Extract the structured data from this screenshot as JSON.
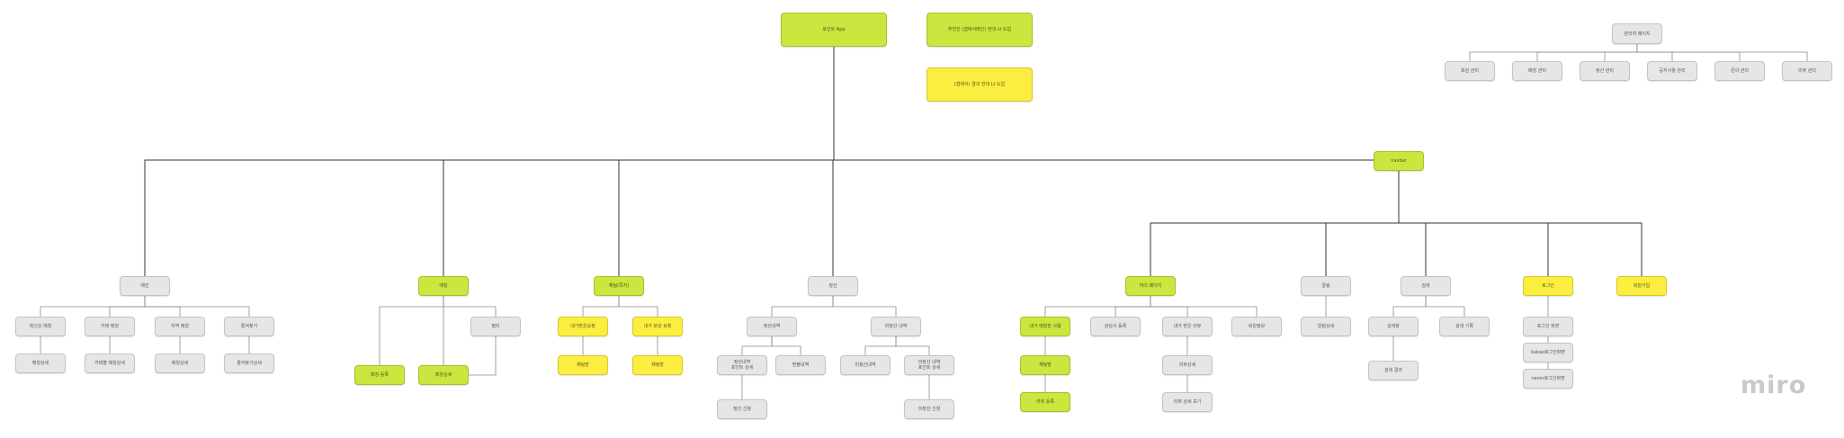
{
  "nodes": [
    {
      "id": "root",
      "label": "포인트 App",
      "color": "lime"
    },
    {
      "id": "note1",
      "label": "추천인 (앱에서메인) 전대 Lt 도입",
      "color": "lime"
    },
    {
      "id": "note2",
      "label": "(앱에서) 결과 전대 Lt 도입",
      "color": "yellow"
    },
    {
      "id": "admin",
      "label": "관리자 페이지",
      "color": "gray"
    },
    {
      "id": "admin_c1",
      "label": "회원 관리",
      "color": "gray"
    },
    {
      "id": "admin_c2",
      "label": "매칭 관리",
      "color": "gray"
    },
    {
      "id": "admin_c3",
      "label": "정산 관리",
      "color": "gray"
    },
    {
      "id": "admin_c4",
      "label": "공지사항 관리",
      "color": "gray"
    },
    {
      "id": "admin_c5",
      "label": "문의 관리",
      "color": "gray"
    },
    {
      "id": "admin_c6",
      "label": "리뷰 관리",
      "color": "gray"
    },
    {
      "id": "navbar",
      "label": "navbar",
      "color": "lime"
    },
    {
      "id": "home",
      "label": "메인",
      "color": "gray"
    },
    {
      "id": "home_c1",
      "label": "최신순 매칭",
      "color": "gray"
    },
    {
      "id": "home_c2",
      "label": "카테 매칭",
      "color": "gray"
    },
    {
      "id": "home_c3",
      "label": "지역 매칭",
      "color": "gray"
    },
    {
      "id": "home_c4",
      "label": "즐겨찾기",
      "color": "gray"
    },
    {
      "id": "home_d1",
      "label": "매칭상세",
      "color": "gray"
    },
    {
      "id": "home_d2",
      "label": "카테별 매칭상세",
      "color": "gray"
    },
    {
      "id": "home_d3",
      "label": "매칭상세",
      "color": "gray"
    },
    {
      "id": "home_d4",
      "label": "즐겨찾기상세",
      "color": "gray"
    },
    {
      "id": "match",
      "label": "매칭",
      "color": "lime"
    },
    {
      "id": "match_c1",
      "label": "매칭 등록",
      "color": "lime"
    },
    {
      "id": "match_c2",
      "label": "매칭상세",
      "color": "lime"
    },
    {
      "id": "match_c3",
      "label": "필터",
      "color": "gray"
    },
    {
      "id": "chat",
      "label": "채팅(쪽지)",
      "color": "lime"
    },
    {
      "id": "chat_c1",
      "label": "내가받은요청",
      "color": "yellow"
    },
    {
      "id": "chat_c2",
      "label": "내가 보낸 요청",
      "color": "yellow"
    },
    {
      "id": "chat_d1",
      "label": "채팅방",
      "color": "yellow"
    },
    {
      "id": "chat_d2",
      "label": "채팅방",
      "color": "yellow"
    },
    {
      "id": "settle",
      "label": "정산",
      "color": "gray"
    },
    {
      "id": "settle_c1",
      "label": "정산내역",
      "color": "gray"
    },
    {
      "id": "settle_c2",
      "label": "미정산 내역",
      "color": "gray"
    },
    {
      "id": "settle_d1",
      "label": "정산내역\n포인트 상세",
      "color": "gray"
    },
    {
      "id": "settle_d2",
      "label": "환불내역",
      "color": "gray"
    },
    {
      "id": "settle_d3",
      "label": "미정산내역",
      "color": "gray"
    },
    {
      "id": "settle_d4",
      "label": "미정산 내역\n포인트 상세",
      "color": "gray"
    },
    {
      "id": "settle_e1",
      "label": "정산 신청",
      "color": "gray"
    },
    {
      "id": "settle_e2",
      "label": "미정산 신청",
      "color": "gray"
    },
    {
      "id": "mypage",
      "label": "마이 페이지",
      "color": "lime"
    },
    {
      "id": "my_c1",
      "label": "내가 매칭한 사람",
      "color": "lime"
    },
    {
      "id": "my_c2",
      "label": "관심사 등록",
      "color": "gray"
    },
    {
      "id": "my_c3",
      "label": "내가 받은 리뷰",
      "color": "gray"
    },
    {
      "id": "my_c4",
      "label": "회원정보",
      "color": "gray"
    },
    {
      "id": "my_d1",
      "label": "채팅방",
      "color": "lime"
    },
    {
      "id": "my_e1",
      "label": "리뷰 등록",
      "color": "lime"
    },
    {
      "id": "my_d3",
      "label": "리뷰상세",
      "color": "gray"
    },
    {
      "id": "my_e3",
      "label": "리뷰 상세 보기",
      "color": "gray"
    },
    {
      "id": "alarm",
      "label": "알림",
      "color": "gray"
    },
    {
      "id": "alarm_c1",
      "label": "알림상세",
      "color": "gray"
    },
    {
      "id": "search",
      "label": "검색",
      "color": "gray"
    },
    {
      "id": "search_c1",
      "label": "검색창",
      "color": "gray"
    },
    {
      "id": "search_c2",
      "label": "검색 기록",
      "color": "gray"
    },
    {
      "id": "search_d1",
      "label": "검색 결과",
      "color": "gray"
    },
    {
      "id": "login",
      "label": "로그인",
      "color": "yellow"
    },
    {
      "id": "login_c1",
      "label": "로그인 화면",
      "color": "gray"
    },
    {
      "id": "login_c2",
      "label": "kakao로그인화면",
      "color": "gray"
    },
    {
      "id": "login_c3",
      "label": "naver로그인화면",
      "color": "gray"
    },
    {
      "id": "signup",
      "label": "회원가입",
      "color": "yellow"
    }
  ],
  "connections": [
    [
      "root",
      "home"
    ],
    [
      "root",
      "match"
    ],
    [
      "root",
      "chat"
    ],
    [
      "root",
      "settle"
    ],
    [
      "root",
      "navbar"
    ],
    [
      "admin",
      "admin_c1"
    ],
    [
      "admin",
      "admin_c2"
    ],
    [
      "admin",
      "admin_c3"
    ],
    [
      "admin",
      "admin_c4"
    ],
    [
      "admin",
      "admin_c5"
    ],
    [
      "admin",
      "admin_c6"
    ],
    [
      "navbar",
      "mypage"
    ],
    [
      "navbar",
      "alarm"
    ],
    [
      "navbar",
      "search"
    ],
    [
      "navbar",
      "login"
    ],
    [
      "navbar",
      "signup"
    ],
    [
      "home",
      "home_c1"
    ],
    [
      "home",
      "home_c2"
    ],
    [
      "home",
      "home_c3"
    ],
    [
      "home",
      "home_c4"
    ],
    [
      "home_c1",
      "home_d1"
    ],
    [
      "home_c2",
      "home_d2"
    ],
    [
      "home_c3",
      "home_d3"
    ],
    [
      "home_c4",
      "home_d4"
    ],
    [
      "match",
      "match_c1"
    ],
    [
      "match",
      "match_c2"
    ],
    [
      "match",
      "match_c3"
    ],
    [
      "match_c3",
      "match_c2"
    ],
    [
      "chat",
      "chat_c1"
    ],
    [
      "chat",
      "chat_c2"
    ],
    [
      "chat_c1",
      "chat_d1"
    ],
    [
      "chat_c2",
      "chat_d2"
    ],
    [
      "settle",
      "settle_c1"
    ],
    [
      "settle",
      "settle_c2"
    ],
    [
      "settle_c1",
      "settle_d1"
    ],
    [
      "settle_c1",
      "settle_d2"
    ],
    [
      "settle_c2",
      "settle_d3"
    ],
    [
      "settle_c2",
      "settle_d4"
    ],
    [
      "settle_d1",
      "settle_e1"
    ],
    [
      "settle_d4",
      "settle_e2"
    ],
    [
      "mypage",
      "my_c1"
    ],
    [
      "mypage",
      "my_c2"
    ],
    [
      "mypage",
      "my_c3"
    ],
    [
      "mypage",
      "my_c4"
    ],
    [
      "my_c1",
      "my_d1"
    ],
    [
      "my_d1",
      "my_e1"
    ],
    [
      "my_c3",
      "my_d3"
    ],
    [
      "my_d3",
      "my_e3"
    ],
    [
      "alarm",
      "alarm_c1"
    ],
    [
      "search",
      "search_c1"
    ],
    [
      "search",
      "search_c2"
    ],
    [
      "search_c1",
      "search_d1"
    ],
    [
      "login",
      "login_c1"
    ],
    [
      "login_c1",
      "login_c2"
    ],
    [
      "login_c2",
      "login_c3"
    ]
  ],
  "brand": {
    "logo_text": "miro",
    "logo_color": "#c8c8d0"
  },
  "colors": {
    "lime": "#cde53f",
    "yellow": "#fbee40",
    "gray": "#e6e6e6",
    "line": "#8a8a8a",
    "trunk": "#333333"
  }
}
